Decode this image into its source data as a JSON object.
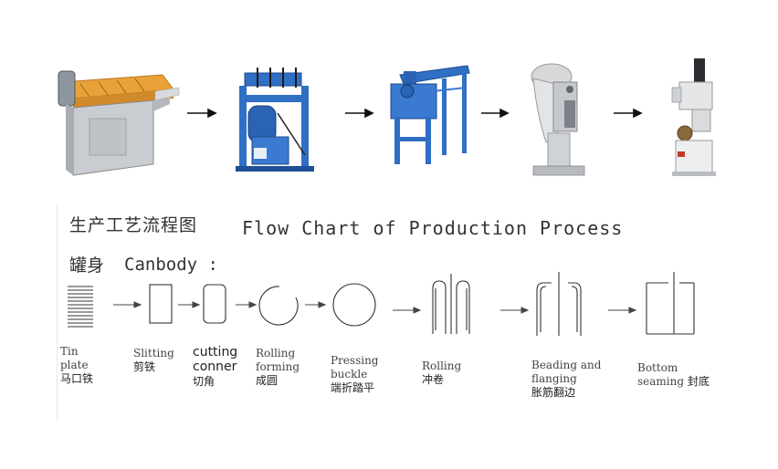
{
  "header": {
    "title_cn": "生产工艺流程图",
    "title_en": "Flow Chart of Production Process"
  },
  "section": {
    "label_cn": "罐身",
    "label_en": "Canbody :"
  },
  "machines": [
    {
      "name": "slitting-machine"
    },
    {
      "name": "blue-press-machine"
    },
    {
      "name": "blue-rolling-machine"
    },
    {
      "name": "beading-machine"
    },
    {
      "name": "seaming-machine"
    }
  ],
  "steps": [
    {
      "en": [
        "Tin",
        "plate"
      ],
      "cn": "马口铁"
    },
    {
      "en": [
        "Slitting"
      ],
      "cn": "剪铁"
    },
    {
      "en": [
        "cutting",
        "conner"
      ],
      "cn": "切角"
    },
    {
      "en": [
        "Rolling",
        "forming"
      ],
      "cn": "成圆"
    },
    {
      "en": [
        "Pressing",
        "buckle"
      ],
      "cn": "端折踏平"
    },
    {
      "en": [
        "Rolling"
      ],
      "cn": "冲卷"
    },
    {
      "en": [
        "Beading and",
        "flanging"
      ],
      "cn": "胀筋翻边"
    },
    {
      "en": [
        "Bottom",
        "seaming"
      ],
      "cn": "封底"
    }
  ],
  "colors": {
    "machine_blue": "#2f6fc4",
    "machine_orange": "#e9a23a",
    "machine_grey": "#c9ccd0",
    "line": "#333333"
  }
}
